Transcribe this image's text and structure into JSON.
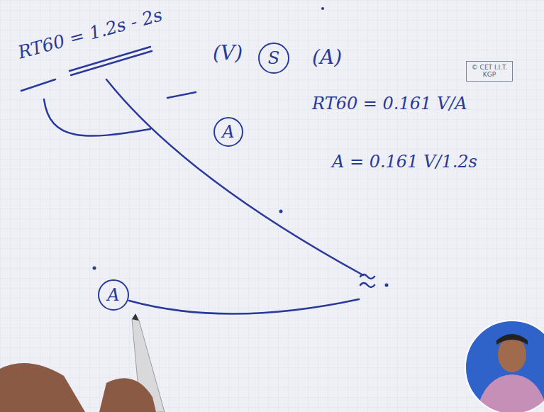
{
  "diagram": {
    "nodes": [
      {
        "text": [
          "S"
        ]
      },
      {
        "text": [
          "© CET I.I.T. KGP"
        ]
      },
      {
        "text": [
          "A"
        ]
      },
      {
        "text": [
          "A"
        ]
      }
    ],
    "labels": [
      "RT60 = 1.2s - 2s",
      "(V)",
      "(A)",
      "RT60 = 0.161 V/A",
      "A = 0.161 V/1.2s"
    ]
  }
}
